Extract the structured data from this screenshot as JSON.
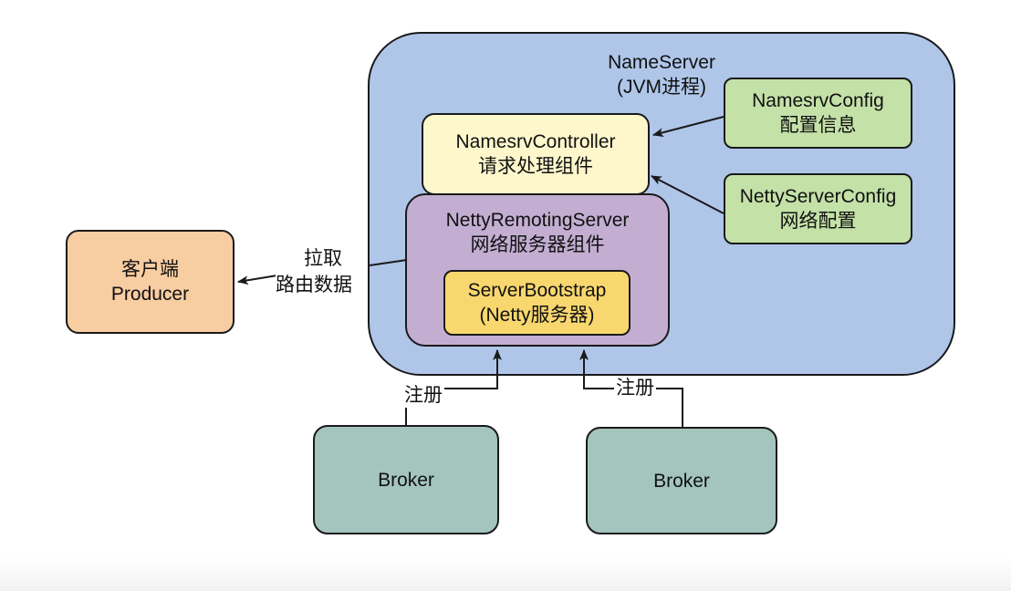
{
  "nameserver": {
    "title": "NameServer",
    "subtitle": "(JVM进程)"
  },
  "controller": {
    "title": "NamesrvController",
    "subtitle": "请求处理组件"
  },
  "remoting_server": {
    "title": "NettyRemotingServer",
    "subtitle": "网络服务器组件"
  },
  "bootstrap": {
    "title": "ServerBootstrap",
    "subtitle": "(Netty服务器)"
  },
  "namesrv_config": {
    "title": "NamesrvConfig",
    "subtitle": "配置信息"
  },
  "netty_config": {
    "title": "NettyServerConfig",
    "subtitle": "网络配置"
  },
  "client": {
    "title": "客户端",
    "subtitle": "Producer"
  },
  "pull_label": {
    "line1": "拉取",
    "line2": "路由数据"
  },
  "brokers": [
    {
      "label": "Broker",
      "register_label": "注册"
    },
    {
      "label": "Broker",
      "register_label": "注册"
    }
  ],
  "colors": {
    "nameserver": "#afc6e9",
    "controller": "#fff7cc",
    "remoting_server": "#c3aed2",
    "bootstrap": "#f9d76f",
    "config": "#c4e1a8",
    "client": "#f8cda2",
    "broker": "#a3c5bd",
    "line": "#1a1a1a"
  }
}
